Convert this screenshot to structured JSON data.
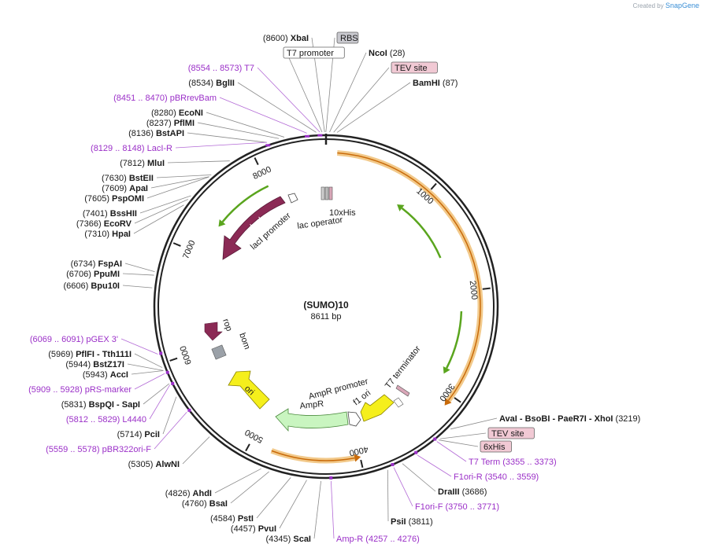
{
  "credit": {
    "prefix": "Created by",
    "brand": "SnapGene"
  },
  "plasmid": {
    "name": "(SUMO)10",
    "size": "8611 bp"
  },
  "ring_ticks": [
    "1000",
    "2000",
    "3000",
    "4000",
    "5000",
    "6000",
    "7000",
    "8000"
  ],
  "labels_left_top": [
    {
      "pos": "(8600)",
      "name": "XbaI",
      "kind": "enzyme"
    },
    {
      "pos": "",
      "name": "T7 promoter",
      "kind": "boxed-white"
    },
    {
      "pos": "(8554 .. 8573)",
      "name": "T7",
      "kind": "primer"
    },
    {
      "pos": "(8534)",
      "name": "BglII",
      "kind": "enzyme"
    },
    {
      "pos": "(8451 .. 8470)",
      "name": "pBRrevBam",
      "kind": "primer"
    },
    {
      "pos": "(8280)",
      "name": "EcoNI",
      "kind": "enzyme"
    },
    {
      "pos": "(8237)",
      "name": "PflMI",
      "kind": "enzyme"
    },
    {
      "pos": "(8136)",
      "name": "BstAPI",
      "kind": "enzyme"
    },
    {
      "pos": "(8129 .. 8148)",
      "name": "LacI-R",
      "kind": "primer"
    },
    {
      "pos": "(7812)",
      "name": "MluI",
      "kind": "enzyme"
    },
    {
      "pos": "(7630)",
      "name": "BstEII",
      "kind": "enzyme"
    },
    {
      "pos": "(7609)",
      "name": "ApaI",
      "kind": "enzyme"
    },
    {
      "pos": "(7605)",
      "name": "PspOMI",
      "kind": "enzyme"
    },
    {
      "pos": "(7401)",
      "name": "BssHII",
      "kind": "enzyme"
    },
    {
      "pos": "(7366)",
      "name": "EcoRV",
      "kind": "enzyme"
    },
    {
      "pos": "(7310)",
      "name": "HpaI",
      "kind": "enzyme"
    },
    {
      "pos": "(6734)",
      "name": "FspAI",
      "kind": "enzyme"
    },
    {
      "pos": "(6706)",
      "name": "PpuMI",
      "kind": "enzyme"
    },
    {
      "pos": "(6606)",
      "name": "Bpu10I",
      "kind": "enzyme"
    }
  ],
  "labels_left_bottom": [
    {
      "pos": "(6069 .. 6091)",
      "name": "pGEX 3'",
      "kind": "primer"
    },
    {
      "pos": "(5969)",
      "name": "PflFI",
      "extra": "Tth111I",
      "kind": "enzyme"
    },
    {
      "pos": "(5944)",
      "name": "BstZ17I",
      "kind": "enzyme"
    },
    {
      "pos": "(5943)",
      "name": "AccI",
      "kind": "enzyme"
    },
    {
      "pos": "(5909 .. 5928)",
      "name": "pRS-marker",
      "kind": "primer"
    },
    {
      "pos": "(5831)",
      "name": "BspQI",
      "extra": "SapI",
      "kind": "enzyme"
    },
    {
      "pos": "(5812 .. 5829)",
      "name": "L4440",
      "kind": "primer"
    },
    {
      "pos": "(5714)",
      "name": "PciI",
      "kind": "enzyme"
    },
    {
      "pos": "(5559 .. 5578)",
      "name": "pBR322ori-F",
      "kind": "primer"
    },
    {
      "pos": "(5305)",
      "name": "AlwNI",
      "kind": "enzyme"
    },
    {
      "pos": "(4826)",
      "name": "AhdI",
      "kind": "enzyme"
    },
    {
      "pos": "(4760)",
      "name": "BsaI",
      "kind": "enzyme"
    },
    {
      "pos": "(4584)",
      "name": "PstI",
      "kind": "enzyme"
    },
    {
      "pos": "(4457)",
      "name": "PvuI",
      "kind": "enzyme"
    },
    {
      "pos": "(4345)",
      "name": "ScaI",
      "kind": "enzyme"
    }
  ],
  "labels_right": [
    {
      "name": "RBS",
      "kind": "boxed-gray"
    },
    {
      "name": "NcoI",
      "pos": "(28)",
      "kind": "enzyme"
    },
    {
      "name": "TEV site",
      "kind": "boxed-pink"
    },
    {
      "name": "BamHI",
      "pos": "(87)",
      "kind": "enzyme"
    },
    {
      "name": "AvaI",
      "extra": [
        "BsoBI",
        "PaeR7I",
        "XhoI"
      ],
      "pos": "(3219)",
      "kind": "enzyme"
    },
    {
      "name": "TEV site",
      "kind": "boxed-pink"
    },
    {
      "name": "6xHis",
      "kind": "boxed-pink"
    },
    {
      "name": "T7 Term",
      "pos": "(3355 .. 3373)",
      "kind": "primer"
    },
    {
      "name": "F1ori-R",
      "pos": "(3540 .. 3559)",
      "kind": "primer"
    },
    {
      "name": "DraIII",
      "pos": "(3686)",
      "kind": "enzyme"
    },
    {
      "name": "F1ori-F",
      "pos": "(3750 .. 3771)",
      "kind": "primer"
    },
    {
      "name": "PsiI",
      "pos": "(3811)",
      "kind": "enzyme"
    },
    {
      "name": "Amp-R",
      "pos": "(4257 .. 4276)",
      "kind": "primer"
    }
  ],
  "features": {
    "lacI": "lacI",
    "lacI_promoter": "lacI promoter",
    "lac_operator": "lac operator",
    "his10": "10xHis",
    "rop": "rop",
    "bom": "bom",
    "ori": "ori",
    "ampR": "AmpR",
    "ampR_promoter": "AmpR promoter",
    "f1_ori": "f1 ori",
    "t7_terminator": "T7 terminator"
  },
  "colors": {
    "enzyme": "#1a1a1a",
    "primer": "#9b30c8",
    "lacI": "#8b2a55",
    "ampR": "#c9f5c0",
    "ori": "#f5ef1c",
    "orf_arc": "#f2c98a",
    "orf_arrow": "#c96b0a",
    "green_arrow": "#5aa51e",
    "tev_box": "#f1c9d4",
    "rbs_box": "#c9c9cf",
    "bom": "#9ba1a8"
  }
}
